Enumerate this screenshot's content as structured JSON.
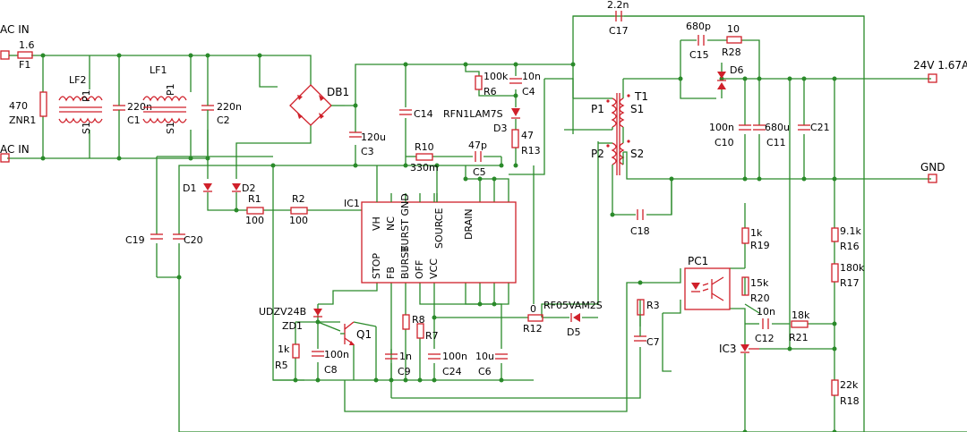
{
  "ports": {
    "ac_in_1": "AC IN",
    "ac_in_2": "AC IN",
    "out_24v": "24V 1.67A",
    "gnd": "GND"
  },
  "components": {
    "F1": {
      "ref": "F1",
      "value": "1.6"
    },
    "ZNR1": {
      "ref": "ZNR1",
      "value": "470"
    },
    "LF2": {
      "ref": "LF2",
      "p": "P1",
      "s": "S1"
    },
    "C1": {
      "ref": "C1",
      "value": "220n"
    },
    "LF1": {
      "ref": "LF1",
      "p": "P1",
      "s": "S1"
    },
    "C2": {
      "ref": "C2",
      "value": "220n"
    },
    "DB1": {
      "ref": "DB1"
    },
    "C3": {
      "ref": "C3",
      "value": "120u"
    },
    "C14": {
      "ref": "C14"
    },
    "R6": {
      "ref": "R6",
      "value": "100k"
    },
    "C4": {
      "ref": "C4",
      "value": "10n"
    },
    "D3": {
      "ref": "D3",
      "value": "RFN1LAM7S"
    },
    "R13": {
      "ref": "R13",
      "value": "47"
    },
    "R10": {
      "ref": "R10",
      "value": "330m"
    },
    "C5": {
      "ref": "C5",
      "value": "47p"
    },
    "C17": {
      "ref": "C17",
      "value": "2.2n"
    },
    "C15": {
      "ref": "C15",
      "value": "680p"
    },
    "R28": {
      "ref": "R28",
      "value": "10"
    },
    "D6": {
      "ref": "D6"
    },
    "T1": {
      "ref": "T1",
      "p1": "P1",
      "s1": "S1",
      "p2": "P2",
      "s2": "S2"
    },
    "C10": {
      "ref": "C10",
      "value": "100n"
    },
    "C11": {
      "ref": "C11",
      "value": "680u"
    },
    "C21": {
      "ref": "C21"
    },
    "D1": {
      "ref": "D1"
    },
    "D2": {
      "ref": "D2"
    },
    "R1": {
      "ref": "R1",
      "value": "100"
    },
    "R2": {
      "ref": "R2",
      "value": "100"
    },
    "C19": {
      "ref": "C19"
    },
    "C20": {
      "ref": "C20"
    },
    "C18": {
      "ref": "C18"
    },
    "R19": {
      "ref": "R19",
      "value": "1k"
    },
    "R16": {
      "ref": "R16",
      "value": "9.1k"
    },
    "PC1": {
      "ref": "PC1"
    },
    "R20": {
      "ref": "R20",
      "value": "15k"
    },
    "R17": {
      "ref": "R17",
      "value": "180k"
    },
    "ZD1": {
      "ref": "ZD1",
      "value": "UDZV24B"
    },
    "Q1": {
      "ref": "Q1"
    },
    "R5": {
      "ref": "R5",
      "value": "1k"
    },
    "C8": {
      "ref": "C8",
      "value": "100n"
    },
    "R8": {
      "ref": "R8"
    },
    "R7": {
      "ref": "R7"
    },
    "C9": {
      "ref": "C9",
      "value": "1n"
    },
    "C24": {
      "ref": "C24",
      "value": "100n"
    },
    "C6": {
      "ref": "C6",
      "value": "10u"
    },
    "R12": {
      "ref": "R12",
      "value": "0"
    },
    "D5": {
      "ref": "D5",
      "value": "RF05VAM2S"
    },
    "R3": {
      "ref": "R3"
    },
    "C7": {
      "ref": "C7"
    },
    "C12": {
      "ref": "C12",
      "value": "10n"
    },
    "R21": {
      "ref": "R21",
      "value": "18k"
    },
    "IC3": {
      "ref": "IC3"
    },
    "R18": {
      "ref": "R18",
      "value": "22k"
    }
  },
  "ic1": {
    "ref": "IC1",
    "pins_top": [
      "VH",
      "NC",
      "BURST GND",
      "SOURCE",
      "DRAIN"
    ],
    "pins_bottom": [
      "STOP",
      "FB",
      "BURST",
      "OFF",
      "VCC"
    ]
  }
}
